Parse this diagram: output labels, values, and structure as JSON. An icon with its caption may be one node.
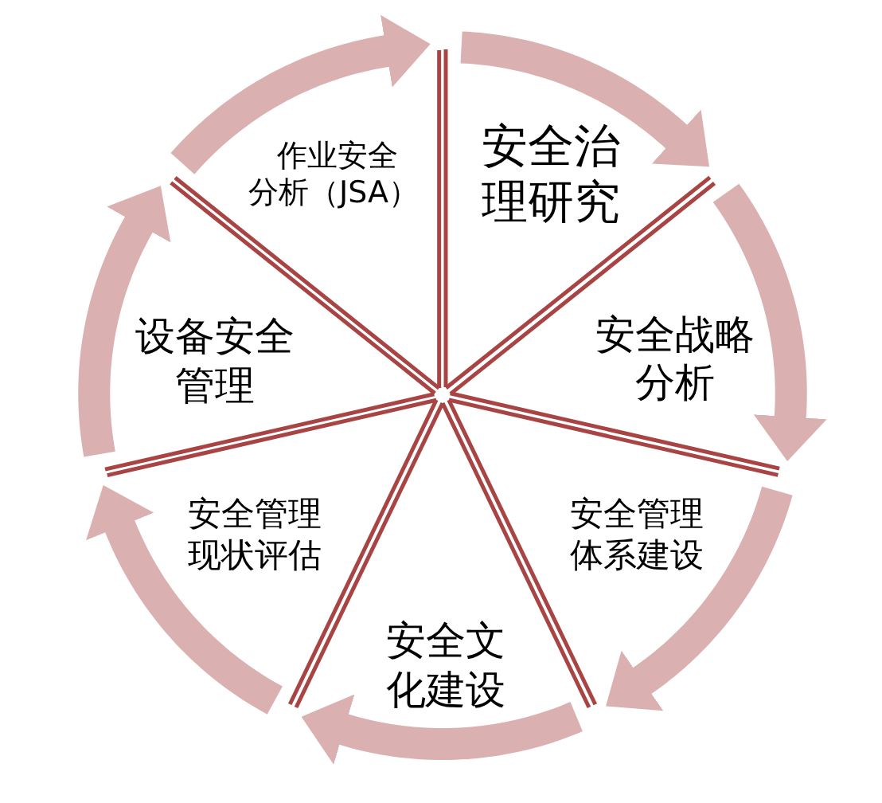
{
  "diagram": {
    "nodes": [
      {
        "text": [
          "安全治理研究"
        ]
      },
      {
        "text": [
          "安全战略分析"
        ]
      },
      {
        "text": [
          "安全管理体系建设"
        ]
      },
      {
        "text": [
          "安全文化建设"
        ]
      },
      {
        "text": [
          "安全管理现状评估"
        ]
      },
      {
        "text": [
          "设备安全管理"
        ]
      },
      {
        "text": [
          "作业安全分析（JSA）"
        ]
      }
    ],
    "edges": [
      {
        "from": 0,
        "to": 1,
        "arrow": "to"
      },
      {
        "from": 1,
        "to": 2,
        "arrow": "to"
      },
      {
        "from": 2,
        "to": 3,
        "arrow": "to"
      },
      {
        "from": 3,
        "to": 4,
        "arrow": "to"
      },
      {
        "from": 4,
        "to": 5,
        "arrow": "to"
      },
      {
        "from": 5,
        "to": 6,
        "arrow": "to"
      },
      {
        "from": 6,
        "to": 0,
        "arrow": "to"
      }
    ]
  }
}
